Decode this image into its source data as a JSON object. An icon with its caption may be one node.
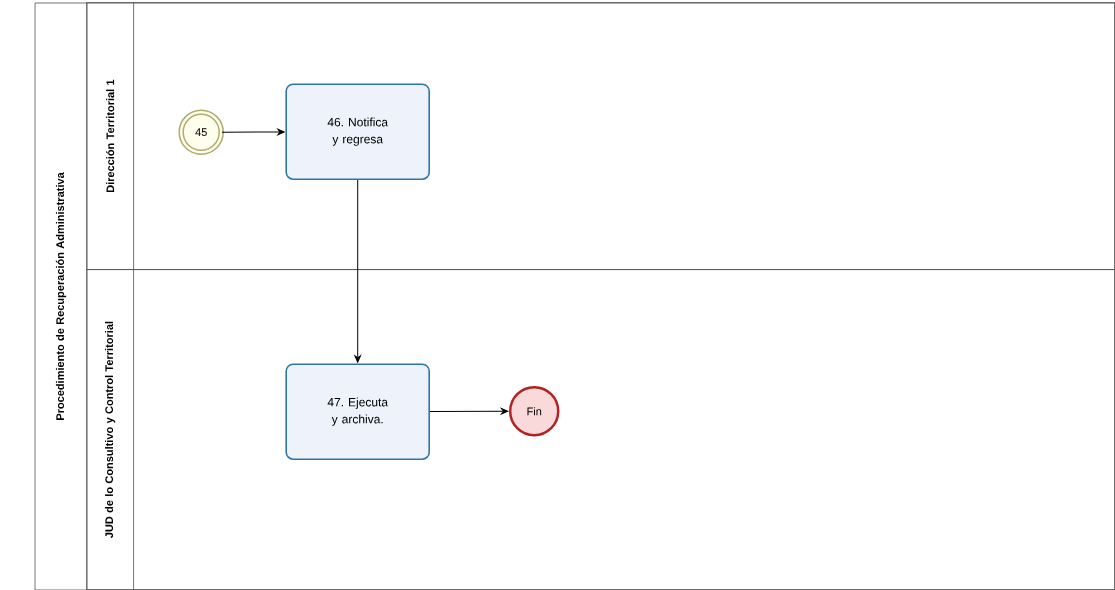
{
  "diagram": {
    "nodes": [
      {
        "text": [
          "Procedimiento de Recuperación Administrativa"
        ]
      },
      {
        "text": [
          "Dirección Territorial 1"
        ],
        "in": 0
      },
      {
        "text": [
          "JUD de lo Consultivo y Control Territorial"
        ],
        "in": 0
      },
      {
        "text": [
          "45"
        ],
        "in": 1
      },
      {
        "text": [
          "46. Notifica y regresa"
        ],
        "in": 1
      },
      {
        "text": [
          "47. Ejecuta y archiva."
        ],
        "in": 2
      },
      {
        "text": [
          "Fin"
        ],
        "in": 2
      }
    ],
    "edges": [
      {
        "from": 3,
        "to": 4,
        "arrow": "to"
      },
      {
        "from": 4,
        "to": 5,
        "arrow": "to"
      },
      {
        "from": 5,
        "to": 6,
        "arrow": "to"
      }
    ]
  }
}
